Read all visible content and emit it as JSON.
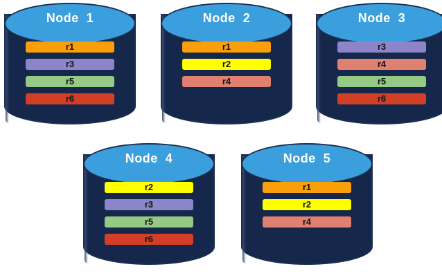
{
  "diagram": {
    "type": "replica-placement-diagram",
    "background_color": "#ffffff",
    "node_colors": {
      "top_disc": "#3a9fdc",
      "body": "#15284c",
      "outline": "#1b2f52",
      "title_text": "#ffffff"
    },
    "replica_colors": {
      "r1": "#fa9e0a",
      "r2": "#ffff00",
      "r3": "#8d85c9",
      "r4": "#e08070",
      "r5": "#95c986",
      "r6": "#d33f26"
    },
    "nodes": [
      {
        "id": "node-1",
        "title": "Node  1",
        "replicas": [
          {
            "label": "r1",
            "color": "#fa9e0a"
          },
          {
            "label": "r3",
            "color": "#8d85c9"
          },
          {
            "label": "r5",
            "color": "#95c986"
          },
          {
            "label": "r6",
            "color": "#d33f26"
          }
        ]
      },
      {
        "id": "node-2",
        "title": "Node  2",
        "replicas": [
          {
            "label": "r1",
            "color": "#fa9e0a"
          },
          {
            "label": "r2",
            "color": "#ffff00"
          },
          {
            "label": "r4",
            "color": "#e08070"
          }
        ]
      },
      {
        "id": "node-3",
        "title": "Node  3",
        "replicas": [
          {
            "label": "r3",
            "color": "#8d85c9"
          },
          {
            "label": "r4",
            "color": "#e08070"
          },
          {
            "label": "r5",
            "color": "#95c986"
          },
          {
            "label": "r6",
            "color": "#d33f26"
          }
        ]
      },
      {
        "id": "node-4",
        "title": "Node  4",
        "replicas": [
          {
            "label": "r2",
            "color": "#ffff00"
          },
          {
            "label": "r3",
            "color": "#8d85c9"
          },
          {
            "label": "r5",
            "color": "#95c986"
          },
          {
            "label": "r6",
            "color": "#d33f26"
          }
        ]
      },
      {
        "id": "node-5",
        "title": "Node  5",
        "replicas": [
          {
            "label": "r1",
            "color": "#fa9e0a"
          },
          {
            "label": "r2",
            "color": "#ffff00"
          },
          {
            "label": "r4",
            "color": "#e08070"
          }
        ]
      }
    ]
  }
}
